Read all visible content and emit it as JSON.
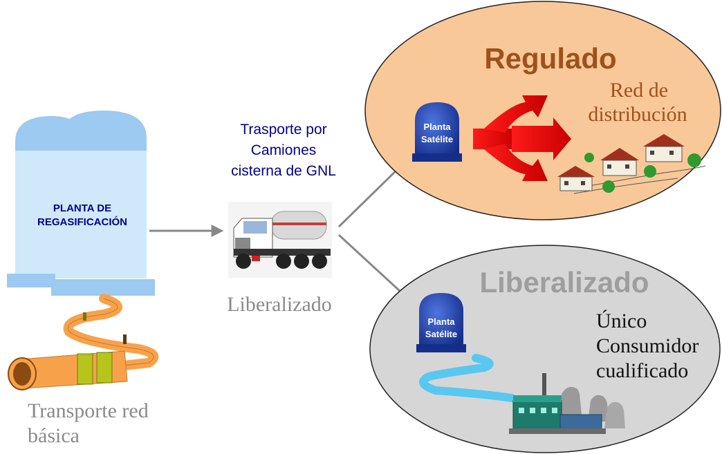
{
  "regas_plant": {
    "label_line1": "PLANTA DE",
    "label_line2": "REGASIFICACIÓN"
  },
  "pipeline": {
    "label_line1": "Transporte red",
    "label_line2": "básica"
  },
  "truck_transport": {
    "label_line1": "Trasporte por",
    "label_line2": "Camiones",
    "label_line3": "cisterna de GNL",
    "market_label": "Liberalizado"
  },
  "regulated_zone": {
    "title": "Regulado",
    "satellite_line1": "Planta",
    "satellite_line2": "Satélite",
    "network_line1": "Red de",
    "network_line2": "distribución"
  },
  "liberalized_zone": {
    "title": "Liberalizado",
    "satellite_line1": "Planta",
    "satellite_line2": "Satélite",
    "consumer_line1": "Único",
    "consumer_line2": "Consumidor",
    "consumer_line3": "cualificado"
  },
  "colors": {
    "tank_light": "#cfe9fb",
    "tank_cap": "#9ccaf0",
    "tank_base": "#9ccaf0",
    "navy_text": "#00008b",
    "regulated_ellipse": "#f8c898",
    "regulated_title": "#a0501c",
    "liberalized_ellipse": "#d6d6d6",
    "liberalized_title": "#9e9e9e",
    "pipe_orange": "#f7a24a",
    "pipe_ring": "#b6c41c",
    "arrow_gray": "#888888",
    "red_arrow": "#e00000",
    "satellite_blue": "#1f3fa8",
    "river_blue": "#58c8f0",
    "grey_text": "#8a8a8a"
  }
}
